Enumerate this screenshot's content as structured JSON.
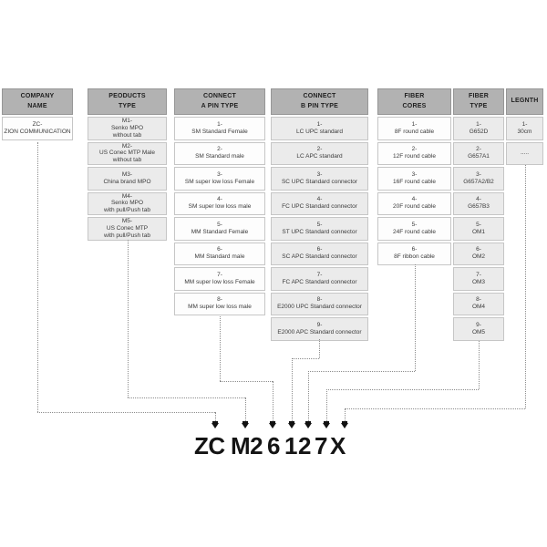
{
  "columns": [
    {
      "id": "company-name",
      "shade": "white",
      "header": "COMPANY\nNAME",
      "rows": [
        "ZC-\nZION COMMUNICATION"
      ]
    },
    {
      "id": "products-type",
      "shade": "gray",
      "header": "PEODUCTS\nTYPE",
      "rows": [
        "M1-\nSenko MPO\nwithout tab",
        "M2-\nUS Conec MTP Male\nwithout tab",
        "M3-\nChina brand MPO",
        "M4-\nSenko MPO\nwith pull/Push tab",
        "M5-\nUS Conec MTP\nwith pull/Push tab"
      ]
    },
    {
      "id": "connect-a-pin-type",
      "shade": "white",
      "header": "CONNECT\nA PIN TYPE",
      "rows": [
        "1-\nSM Standard Female",
        "2-\nSM Standard male",
        "3-\nSM super low loss Female",
        "4-\nSM super low loss male",
        "5-\nMM Standard Female",
        "6-\nMM Standard male",
        "7-\nMM super low loss Female",
        "8-\nMM super low loss male"
      ]
    },
    {
      "id": "connect-b-pin-type",
      "shade": "gray",
      "header": "CONNECT\nB PIN TYPE",
      "rows": [
        "1-\nLC UPC standard",
        "2-\nLC APC standard",
        "3-\nSC UPC Standard connector",
        "4-\nFC UPC Standard connector",
        "5-\nST UPC Standard connector",
        "6-\nSC APC Standard connector",
        "7-\nFC APC Standard connector",
        "8-\nE2000 UPC Standard connector",
        "9-\nE2000 APC Standard connector"
      ]
    },
    {
      "id": "fiber-cores",
      "shade": "white",
      "header": "FIBER\nCORES",
      "rows": [
        "1-\n8F round cable",
        "2-\n12F round cable",
        "3-\n16F round cable",
        "4-\n20F round cable",
        "5-\n24F round cable",
        "6-\n8F ribbon cable"
      ]
    },
    {
      "id": "fiber-type",
      "shade": "gray",
      "header": "FIBER\nTYPE",
      "rows": [
        "1-\nG652D",
        "2-\nG657A1",
        "3-\nG657A2/B2",
        "4-\nG657B3",
        "5-\nOM1",
        "6-\nOM2",
        "7-\nOM3",
        "8-\nOM4",
        "9-\nOM5"
      ]
    },
    {
      "id": "length",
      "shade": "gray",
      "header": "LEGNTH",
      "rows": [
        "1-\n30cm",
        "....."
      ]
    }
  ],
  "code": {
    "segments": [
      "ZC",
      "M2",
      "6",
      "1",
      "2",
      "7",
      "X"
    ]
  },
  "colors": {
    "header_bg": "#b2b2b2",
    "row_gray": "#ebebeb",
    "row_white": "#fdfdfd",
    "box_border": "#c6c6c6",
    "trace_dots": "#8c8c8c",
    "code_text": "#141414"
  }
}
